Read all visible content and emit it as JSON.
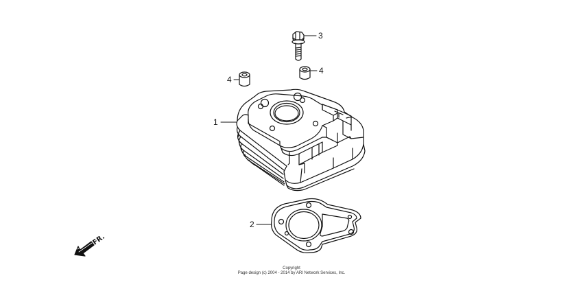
{
  "callouts": [
    {
      "id": "bolt",
      "label": "3"
    },
    {
      "id": "dowel-right",
      "label": "4"
    },
    {
      "id": "dowel-left",
      "label": "4"
    },
    {
      "id": "cylinder",
      "label": "1"
    },
    {
      "id": "gasket",
      "label": "2"
    }
  ],
  "direction_marker": {
    "label": "FR."
  },
  "footer": {
    "line1": "Copyright",
    "line2": "Page design (c) 2004 - 2014 by ARI Network Services, Inc."
  },
  "colors": {
    "ink": "#111111",
    "background": "#ffffff"
  }
}
